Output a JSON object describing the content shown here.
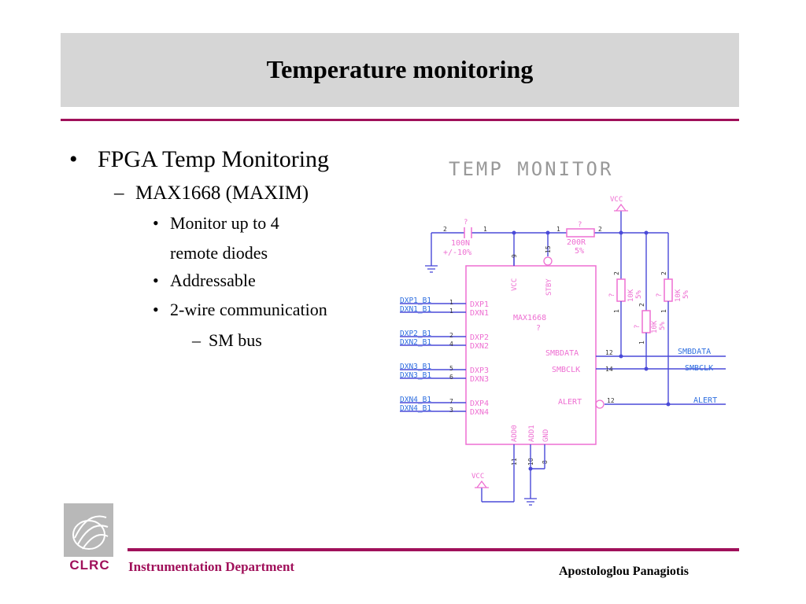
{
  "slide": {
    "title": "Temperature monitoring"
  },
  "bullets": {
    "l1": "FPGA Temp Monitoring",
    "l2": "MAX1668  (MAXIM)",
    "l3a_line1": "Monitor up to 4",
    "l3a_line2": "remote diodes",
    "l3b": "Addressable",
    "l3c": "2-wire communication",
    "l4": "SM bus"
  },
  "schematic": {
    "title": "TEMP MONITOR",
    "chip": {
      "name": "MAX1668",
      "ref": "?",
      "left_pins": [
        "DXP1",
        "DXN1",
        "DXP2",
        "DXN2",
        "DXP3",
        "DXN3",
        "DXP4",
        "DXN4"
      ],
      "left_pin_numbers": [
        "1",
        "1",
        "2",
        "4",
        "5",
        "6",
        "7",
        "3"
      ],
      "left_nets": [
        "DXP1_B1",
        "DXN1_B1",
        "DXP2_B1",
        "DXN2_B1",
        "DXN3_B1",
        "DXN3_B1",
        "DXN4_B1",
        "DXN4_B1"
      ],
      "top_pins": [
        "VCC",
        "STBY"
      ],
      "top_pin_numbers": [
        "9",
        "15"
      ],
      "right_pins": [
        "SMBDATA",
        "SMBCLK",
        "ALERT"
      ],
      "right_pin_numbers": [
        "12",
        "14",
        "12"
      ],
      "bottom_pins": [
        "ADD0",
        "ADD1",
        "GND"
      ],
      "bottom_pin_numbers": [
        "11",
        "10",
        "8"
      ]
    },
    "capacitor": {
      "ref": "?",
      "value": "100N",
      "tolerance": "+/-10%",
      "pin_a": "2",
      "pin_b": "1"
    },
    "resistor_top": {
      "ref": "?",
      "value": "200R",
      "tolerance": "5%",
      "pin_a": "1",
      "pin_b": "2"
    },
    "resistors_pullup": [
      {
        "ref": "?",
        "value": "10K",
        "tolerance": "5%",
        "pin_top": "2",
        "pin_bottom": "1"
      },
      {
        "ref": "?",
        "value": "10K",
        "tolerance": "5%",
        "pin_top": "2",
        "pin_bottom": "1"
      },
      {
        "ref": "?",
        "value": "10K",
        "tolerance": "5%",
        "pin_top": "2",
        "pin_bottom": "1"
      }
    ],
    "vcc_label": "VCC",
    "out_nets": [
      "SMBDATA",
      "SMBCLK",
      "ALERT"
    ],
    "colors": {
      "wire": "#4a4ad8",
      "part": "#ee6fd2",
      "label": "#2f6fe0",
      "title": "#999999",
      "net_label": "#2f6fe0"
    }
  },
  "footer": {
    "department": "Instrumentation Department",
    "author": "Apostologlou Panagiotis",
    "logo_text": "CLRC"
  },
  "theme": {
    "accent": "#a0105a",
    "title_band": "#d6d6d6"
  }
}
